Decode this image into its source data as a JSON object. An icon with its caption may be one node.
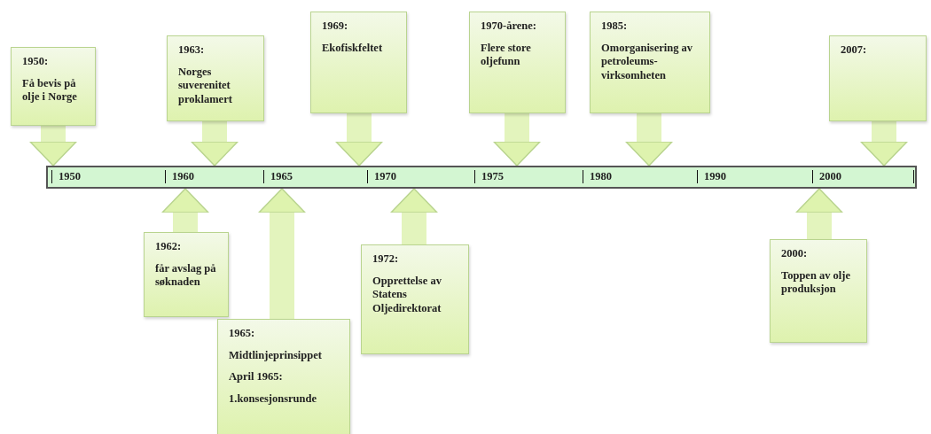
{
  "diagram": {
    "nodes": [
      {
        "text": [
          "1950:",
          "Få bevis på olje i Norge"
        ]
      },
      {
        "text": [
          "1963:",
          "Norges suverenitet proklamert"
        ]
      },
      {
        "text": [
          "1969:",
          "Ekofiskfeltet"
        ]
      },
      {
        "text": [
          "1970-årene:",
          "Flere store oljefunn"
        ]
      },
      {
        "text": [
          "1985:",
          "Omorganisering av petroleums-virksomheten"
        ]
      },
      {
        "text": [
          "2007:"
        ]
      },
      {
        "text": [
          "1950",
          "1960",
          "1965",
          "1970",
          "1975",
          "1980",
          "1990",
          "2000"
        ]
      },
      {
        "text": [
          "1962:",
          "får avslag på søknaden"
        ]
      },
      {
        "text": [
          "1965:",
          "Midtlinjeprinsippet",
          "April 1965:",
          "1.konsesjonsrunde"
        ]
      },
      {
        "text": [
          "1972:",
          "Opprettelse av Statens Oljedirektorat"
        ]
      },
      {
        "text": [
          "2000:",
          "Toppen av olje produksjon"
        ]
      }
    ],
    "edges": [
      {
        "from": 0,
        "to": 6,
        "arrow": "to"
      },
      {
        "from": 1,
        "to": 6,
        "arrow": "to"
      },
      {
        "from": 2,
        "to": 6,
        "arrow": "to"
      },
      {
        "from": 3,
        "to": 6,
        "arrow": "to"
      },
      {
        "from": 4,
        "to": 6,
        "arrow": "to"
      },
      {
        "from": 5,
        "to": 6,
        "arrow": "to"
      },
      {
        "from": 7,
        "to": 6,
        "arrow": "to"
      },
      {
        "from": 8,
        "to": 6,
        "arrow": "to"
      },
      {
        "from": 9,
        "to": 6,
        "arrow": "to"
      },
      {
        "from": 10,
        "to": 6,
        "arrow": "to"
      }
    ]
  }
}
